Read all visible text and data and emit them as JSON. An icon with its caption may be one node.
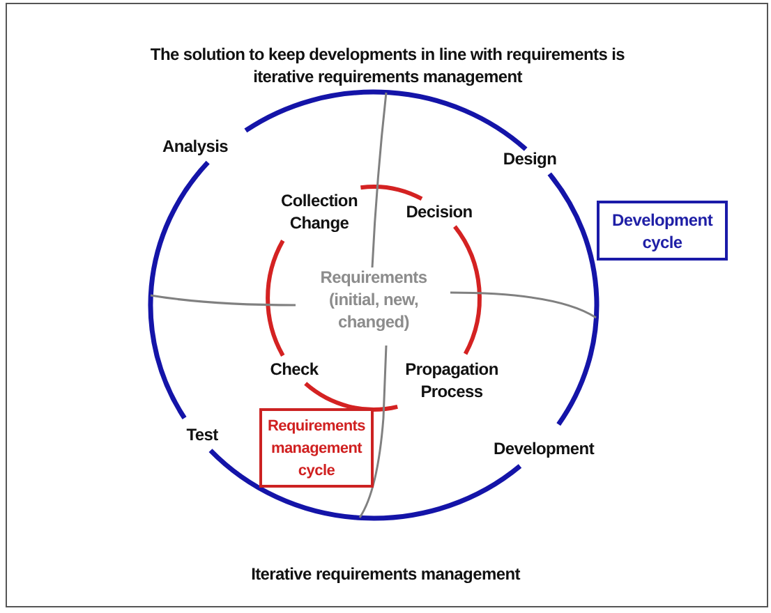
{
  "diagram": {
    "title": "The solution to keep developments in line with requirements is iterative requirements management",
    "nodes": [
      {
        "text": [
          "Development cycle"
        ]
      },
      {
        "text": [
          "Requirements management cycle"
        ]
      }
    ],
    "labels": [
      "Analysis",
      "Design",
      "Collection Change",
      "Decision",
      "Requirements (initial, new, changed)",
      "Check",
      "Propagation Process",
      "Test",
      "Development"
    ],
    "caption": "Iterative requirements management"
  }
}
